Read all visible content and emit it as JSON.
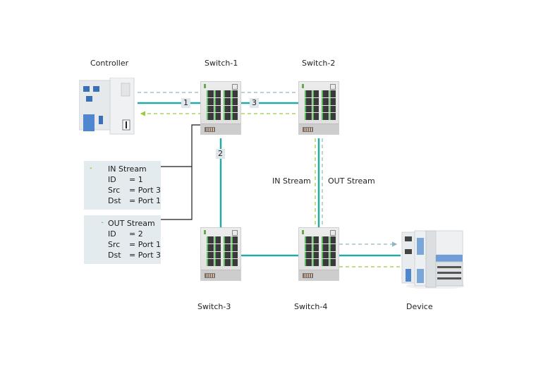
{
  "colors": {
    "link": "#26a9a6",
    "in_stream": "#9acb3c",
    "out_stream": "#8fb6c4",
    "connector": "#1a1a1a",
    "box_bg": "#e4ebee"
  },
  "nodes": {
    "controller": {
      "label": "Controller"
    },
    "switch1": {
      "label": "Switch-1"
    },
    "switch2": {
      "label": "Switch-2"
    },
    "switch3": {
      "label": "Switch-3"
    },
    "switch4": {
      "label": "Switch-4"
    },
    "device": {
      "label": "Device"
    }
  },
  "ports": {
    "port1": "1",
    "port2": "2",
    "port3": "3"
  },
  "vertical_labels": {
    "in": "IN Stream",
    "out": "OUT Stream"
  },
  "in_stream_box": {
    "title": "IN Stream",
    "rows": [
      {
        "key": "ID",
        "value": "= 1"
      },
      {
        "key": "Src",
        "value": "= Port 3"
      },
      {
        "key": "Dst",
        "value": "= Port 1"
      }
    ]
  },
  "out_stream_box": {
    "title": "OUT Stream",
    "rows": [
      {
        "key": "ID",
        "value": "= 2"
      },
      {
        "key": "Src",
        "value": "= Port 1"
      },
      {
        "key": "Dst",
        "value": "= Port 3"
      }
    ]
  }
}
